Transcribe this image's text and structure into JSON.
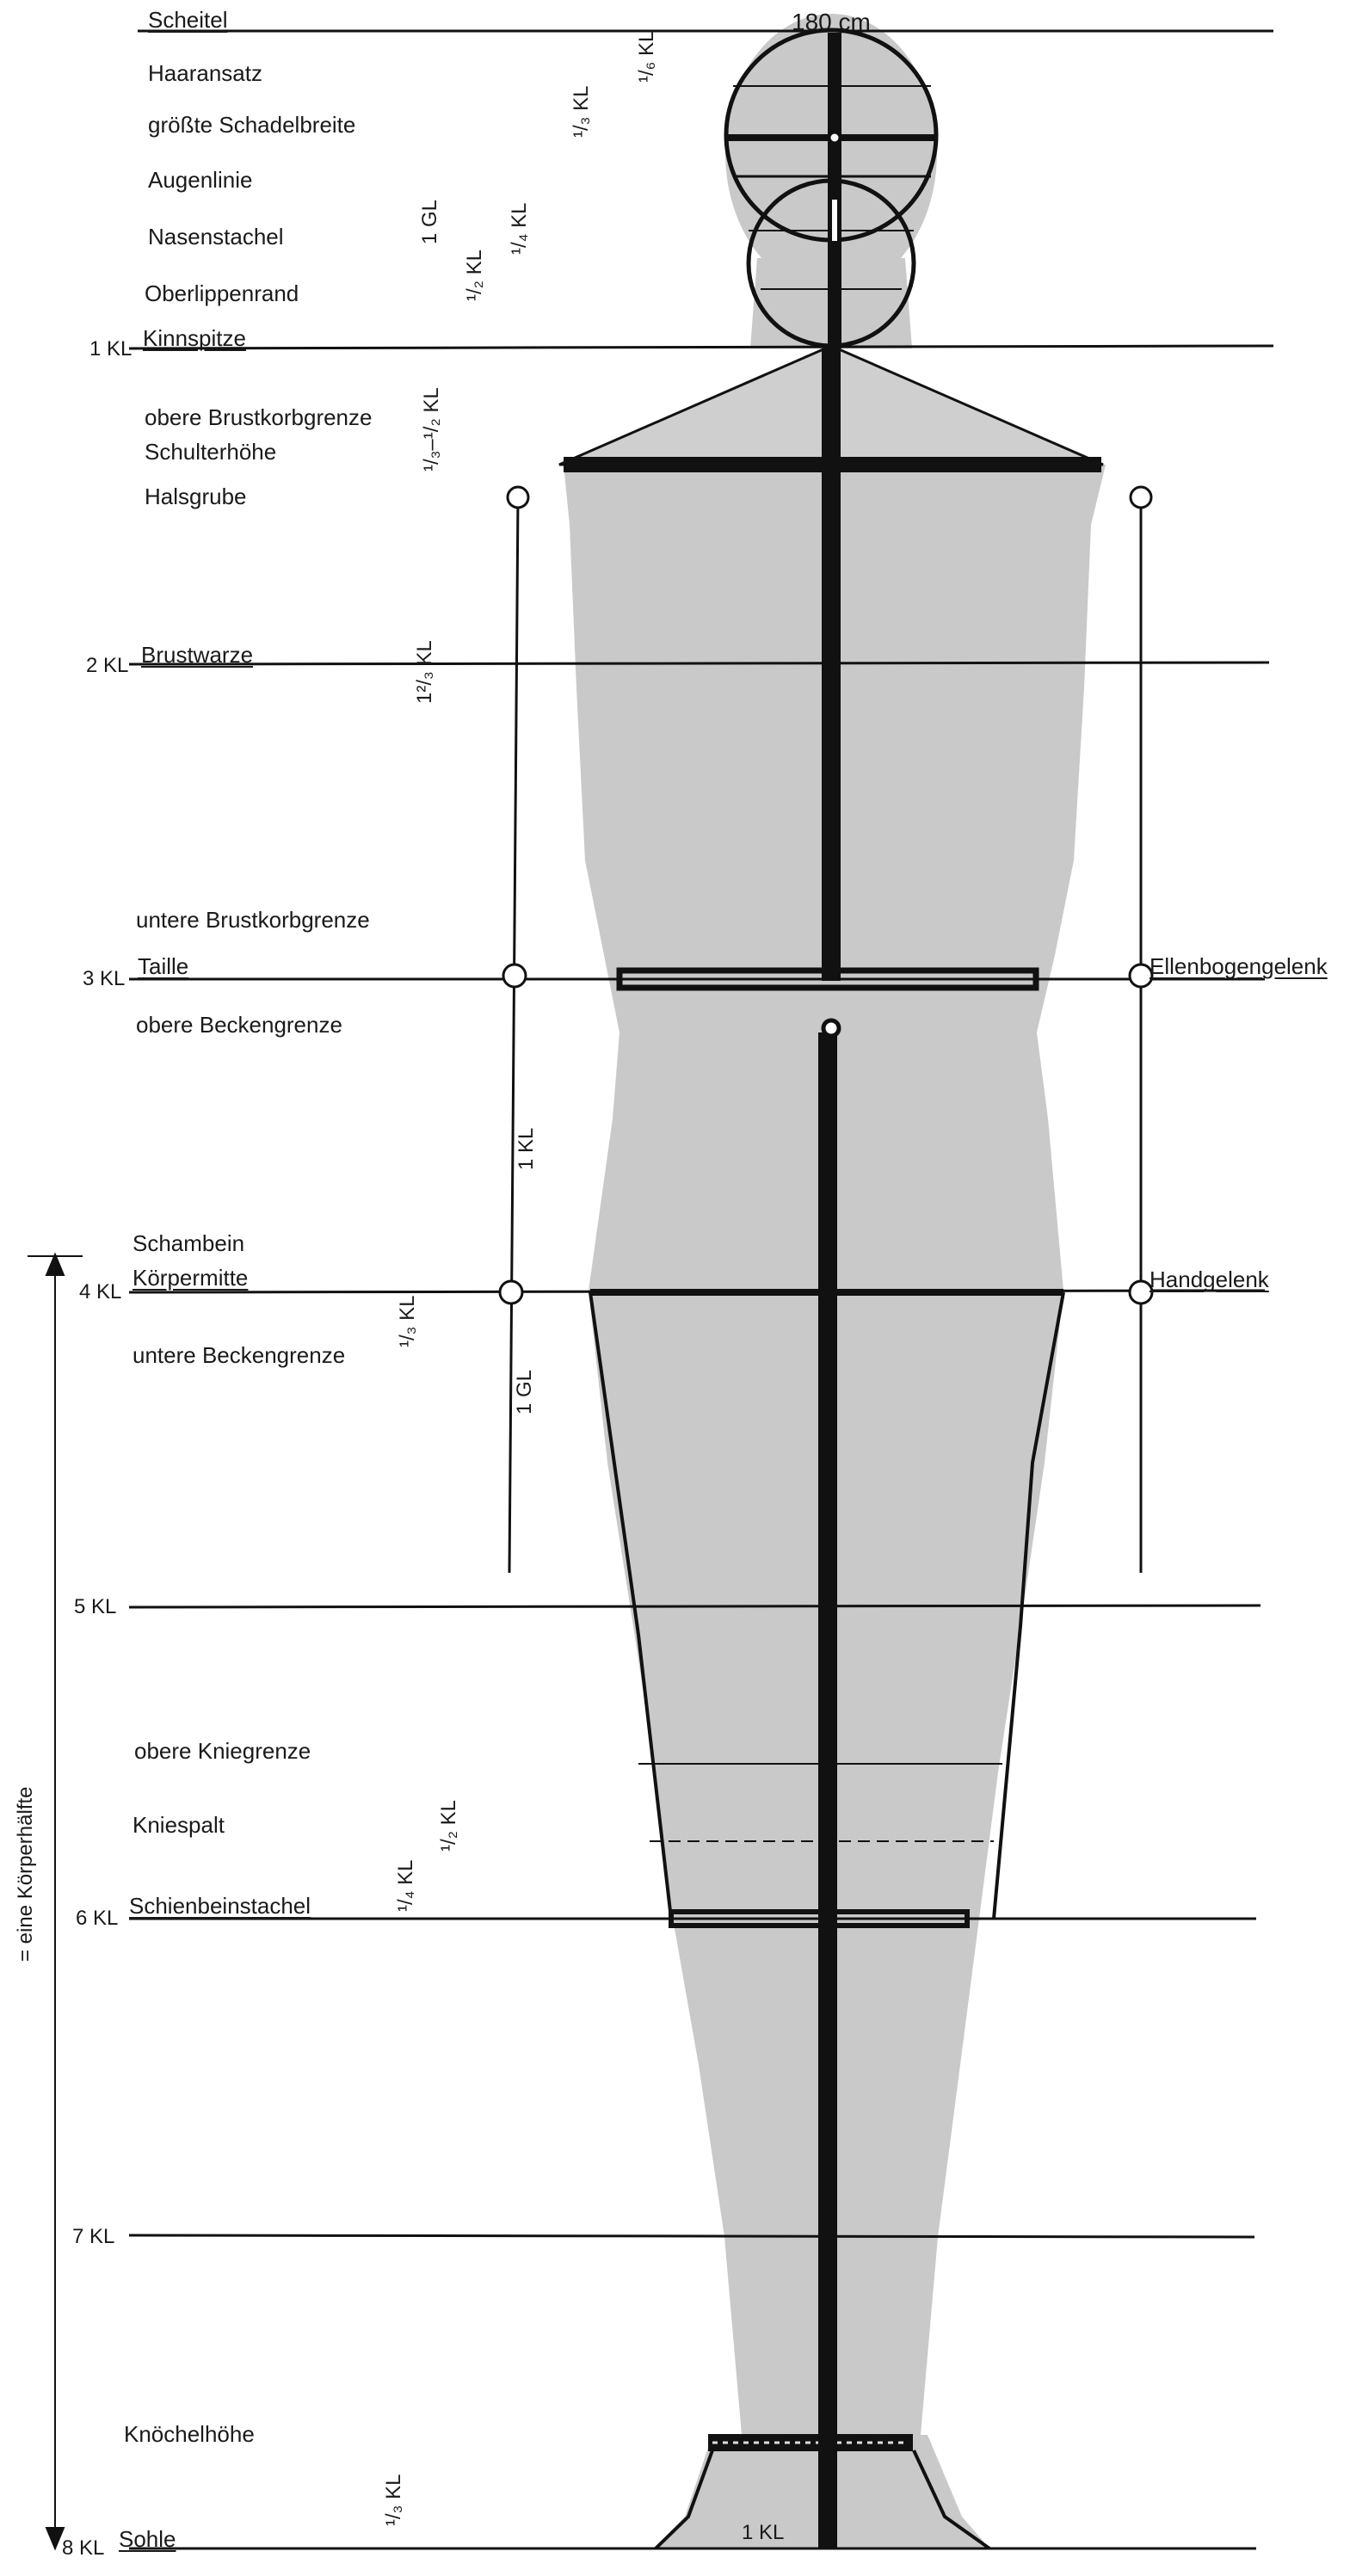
{
  "height_label": "180 cm",
  "kl_marks": [
    "1 KL",
    "2 KL",
    "3 KL",
    "4 KL",
    "5 KL",
    "6 KL",
    "7 KL",
    "8 KL"
  ],
  "landmarks": {
    "scheitel": "Scheitel",
    "haaransatz": "Haaransatz",
    "schaedelbreite": "größte Schadelbreite",
    "augenlinie": "Augenlinie",
    "nasenstachel": "Nasenstachel",
    "oberlippenrand": "Oberlippenrand",
    "kinnspitze": "Kinnspitze",
    "brustkorb_oben": "obere Brustkorbgrenze",
    "schulterhoehe": "Schulterhöhe",
    "halsgrube": "Halsgrube",
    "brustwarze": "Brustwarze",
    "brustkorb_unten": "untere Brustkorbgrenze",
    "taille": "Taille",
    "becken_oben": "obere Beckengrenze",
    "schambein": "Schambein",
    "koerpermitte": "Körpermitte",
    "becken_unten": "untere Beckengrenze",
    "kniegrenze_oben": "obere Kniegrenze",
    "kniespalt": "Kniespalt",
    "schienbein": "Schienbeinstachel",
    "knoechel": "Knöchelhöhe",
    "sohle": "Sohle"
  },
  "joints": {
    "ellenbogen": "Ellenbogengelenk",
    "handgelenk": "Handgelenk"
  },
  "measures": {
    "head_third": "¹/₃ KL",
    "head_sixth": "¹/₆ KL",
    "one_gl": "1 GL",
    "half_kl": "¹/₂ KL",
    "quarter_kl": "¹/₄ KL",
    "neck_range": "¹/₃–¹/₂ KL",
    "chest": "1²/₃ KL",
    "forearm_kl": "1 KL",
    "hip_third": "¹/₃ KL",
    "hand_gl": "1 GL",
    "knee_half": "¹/₂ KL",
    "knee_quarter": "¹/₄ KL",
    "ankle_third": "¹/₃ KL",
    "foot_kl": "1 KL",
    "half_body": "= eine Körperhälfte"
  },
  "colors": {
    "body_fill": "#c9c9c9",
    "ink": "#111111",
    "background": "#ffffff"
  }
}
